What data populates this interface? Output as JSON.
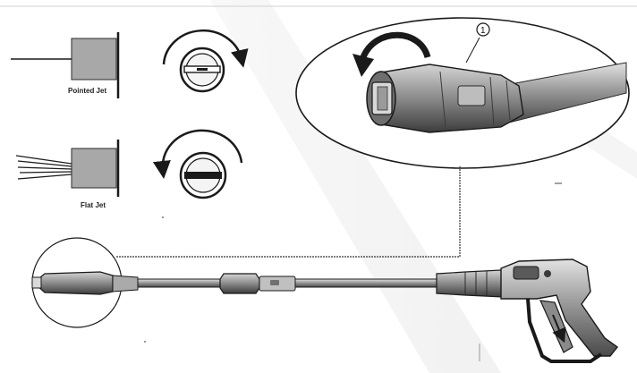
{
  "labels": {
    "pointed_jet": "Pointed Jet",
    "flat_jet": "Flat Jet",
    "callout_number": "1"
  },
  "icons": {
    "rotate_clockwise": "clockwise-arrow-icon",
    "rotate_counterclockwise": "counterclockwise-arrow-icon",
    "rotate_nozzle": "rotation-arrow-icon"
  },
  "colors": {
    "line": "#1a1a1a",
    "metal_light": "#c9c9c9",
    "metal_mid": "#9a9a9a",
    "metal_dark": "#5a5a5a",
    "background": "#ffffff"
  }
}
